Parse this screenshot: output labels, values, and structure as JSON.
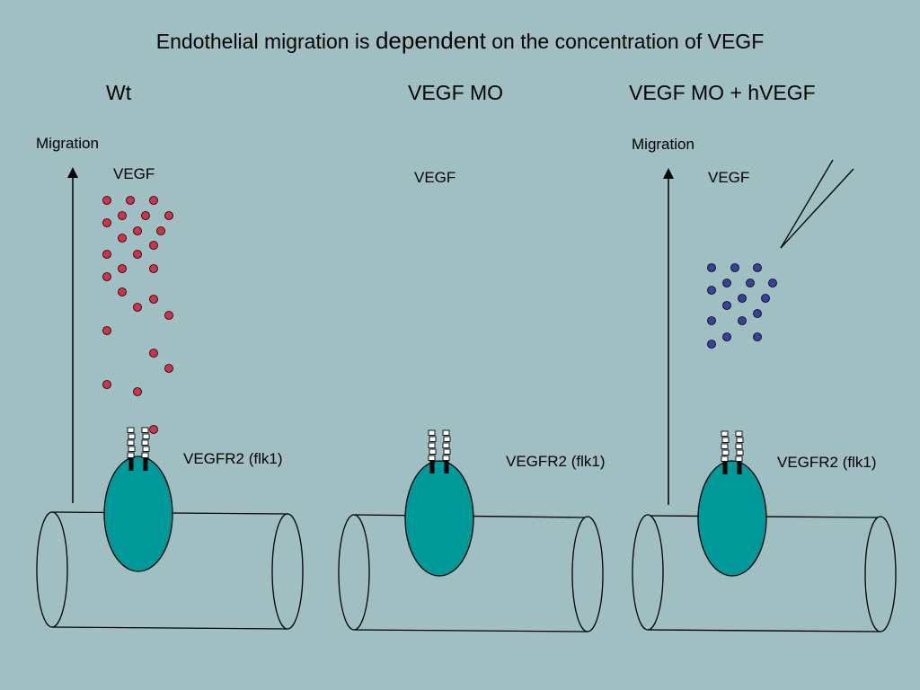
{
  "title": {
    "prefix": "Endothelial migration is ",
    "emphasis": "dependent",
    "suffix": " on the concentration of VEGF"
  },
  "panels": [
    {
      "heading": "Wt",
      "migration_label": "Migration",
      "vegf_label": "VEGF",
      "receptor_label": "VEGFR2 (flk1)",
      "ligand": "red VEGF dots (many)"
    },
    {
      "heading": "VEGF MO",
      "vegf_label": "VEGF",
      "receptor_label": "VEGFR2 (flk1)",
      "ligand": "none"
    },
    {
      "heading": "VEGF MO + hVEGF",
      "migration_label": "Migration",
      "vegf_label": "VEGF",
      "receptor_label": "VEGFR2 (flk1)",
      "ligand": "blue hVEGF dots injected via needle"
    }
  ],
  "colors": {
    "background": "#9fbfc3",
    "cell": "#009999",
    "vegf_wt": "#d9304a",
    "vegf_h": "#3a3fa0",
    "line": "#000000"
  }
}
